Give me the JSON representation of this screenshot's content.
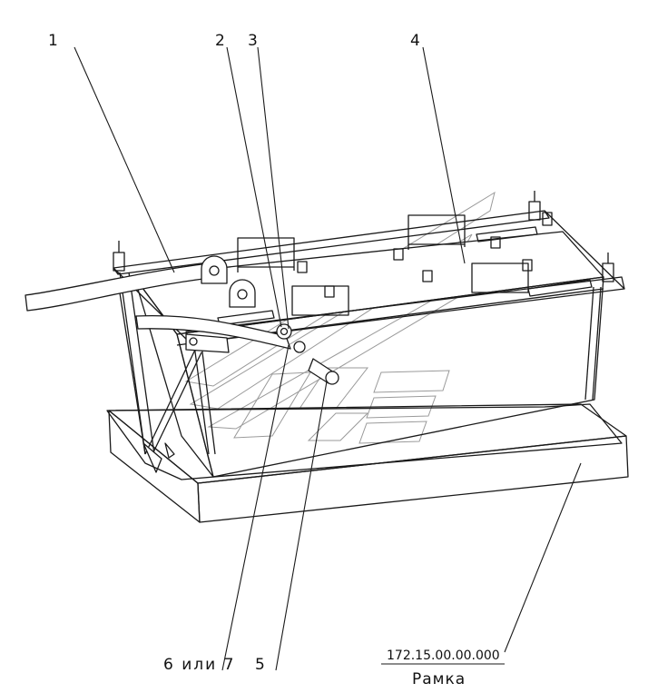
{
  "callouts": {
    "c1": "1",
    "c2": "2",
    "c3": "3",
    "c4": "4",
    "c67": "6 или 7",
    "c5": "5"
  },
  "designation": {
    "code": "172.15.00.00.000",
    "name": "Рамка"
  },
  "colors": {
    "ink": "#1a1a1a",
    "watermark": "#9a9a9a"
  }
}
